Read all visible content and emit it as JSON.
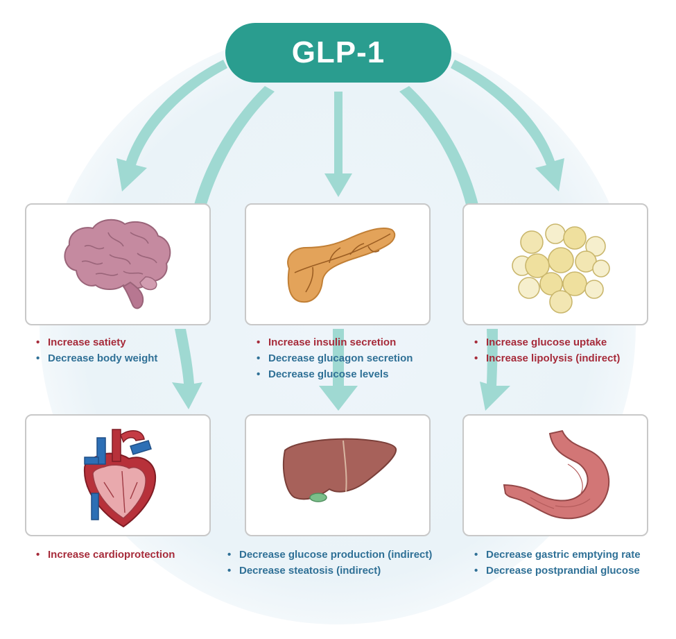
{
  "title": "GLP-1",
  "colors": {
    "pill": "#2a9d8f",
    "arrow": "#9fd9d2",
    "increase": "#a62b3a",
    "decrease": "#2f7096",
    "halo": "#eaf3f8"
  },
  "organs": [
    {
      "id": "brain",
      "icon": "brain-icon",
      "effects": [
        {
          "text": "Increase satiety",
          "kind": "increase"
        },
        {
          "text": "Decrease body weight",
          "kind": "decrease"
        }
      ]
    },
    {
      "id": "pancreas",
      "icon": "pancreas-icon",
      "effects": [
        {
          "text": "Increase insulin secretion",
          "kind": "increase"
        },
        {
          "text": "Decrease glucagon secretion",
          "kind": "decrease"
        },
        {
          "text": "Decrease glucose levels",
          "kind": "decrease"
        }
      ]
    },
    {
      "id": "adipose",
      "icon": "adipose-tissue-icon",
      "effects": [
        {
          "text": "Increase glucose uptake",
          "kind": "increase"
        },
        {
          "text": "Increase lipolysis (indirect)",
          "kind": "increase"
        }
      ]
    },
    {
      "id": "heart",
      "icon": "heart-icon",
      "effects": [
        {
          "text": "Increase cardioprotection",
          "kind": "increase"
        }
      ]
    },
    {
      "id": "liver",
      "icon": "liver-icon",
      "effects": [
        {
          "text": "Decrease glucose production (indirect)",
          "kind": "decrease"
        },
        {
          "text": "Decrease steatosis (indirect)",
          "kind": "decrease"
        }
      ]
    },
    {
      "id": "stomach",
      "icon": "stomach-icon",
      "effects": [
        {
          "text": "Decrease gastric emptying rate",
          "kind": "decrease"
        },
        {
          "text": "Decrease postprandial glucose",
          "kind": "decrease"
        }
      ]
    }
  ]
}
